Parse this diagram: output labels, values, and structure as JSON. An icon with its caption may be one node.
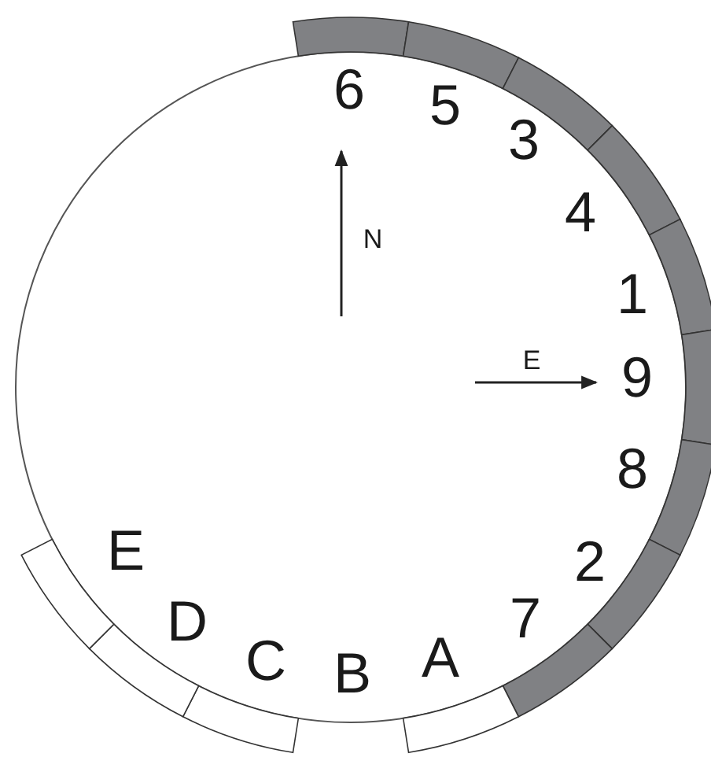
{
  "diagram": {
    "labels": [
      "6",
      "5",
      "3",
      "4",
      "1",
      "9",
      "8",
      "2",
      "7",
      "A",
      "B",
      "C",
      "D",
      "E",
      "N",
      "E"
    ]
  }
}
